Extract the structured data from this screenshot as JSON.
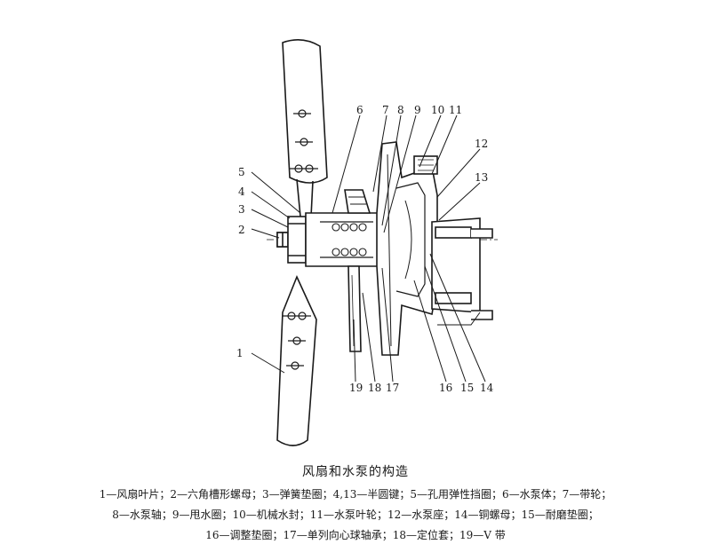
{
  "diagram": {
    "part_numbers": [
      "1",
      "2",
      "3",
      "4",
      "5",
      "6",
      "7",
      "8",
      "9",
      "10",
      "11",
      "12",
      "13",
      "14",
      "15",
      "16",
      "17",
      "18",
      "19"
    ]
  },
  "caption": {
    "title": "风扇和水泵的构造",
    "legend_line1": "1—风扇叶片；2—六角槽形螺母；3—弹簧垫圈；4,13—半圆键；5—孔用弹性挡圈；6—水泵体；7—带轮；",
    "legend_line2": "8—水泵轴；9—甩水圈；10—机械水封；11—水泵叶轮；12—水泵座；14—铜螺母；15—耐磨垫圈；",
    "legend_line3": "16—调整垫圈；17—单列向心球轴承；18—定位套；19—V 带"
  }
}
